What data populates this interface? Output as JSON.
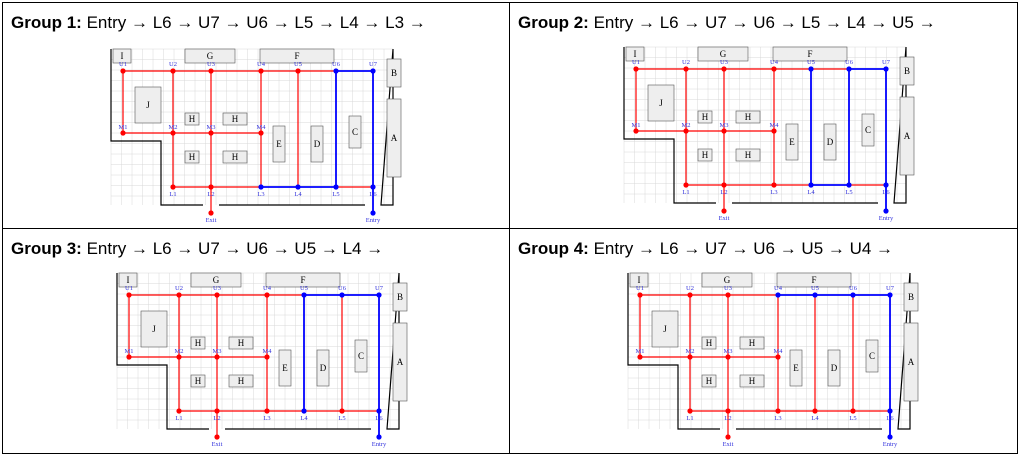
{
  "groups": [
    {
      "label": "Group 1:",
      "route_text": "Entry → L6 → U7 → U6 → L5 → L4 → L3 →",
      "blue_path": [
        "Entry",
        "L6",
        "U7",
        "U6",
        "L5",
        "L4",
        "L3"
      ]
    },
    {
      "label": "Group 2:",
      "route_text": "Entry → L6 → U7 → U6 → L5 → L4 → U5 →",
      "blue_path": [
        "Entry",
        "L6",
        "U7",
        "U6",
        "L5",
        "L4",
        "U5"
      ]
    },
    {
      "label": "Group 3:",
      "route_text": "Entry → L6 → U7 → U6 → U5 → L4 →",
      "blue_path": [
        "Entry",
        "L6",
        "U7",
        "U6",
        "U5",
        "L4"
      ]
    },
    {
      "label": "Group 4:",
      "route_text": "Entry → L6 → U7 → U6 → U5 → U4 →",
      "blue_path": [
        "Entry",
        "L6",
        "U7",
        "U6",
        "U5",
        "U4"
      ]
    }
  ],
  "map": {
    "node_labels": {
      "U1": "U1",
      "U2": "U2",
      "U3": "U3",
      "U4": "U4",
      "U5": "U5",
      "U6": "U6",
      "U7": "U7",
      "M1": "M1",
      "M2": "M2",
      "M3": "M3",
      "M4": "M4",
      "L1": "L1",
      "L2": "L2",
      "L3": "L3",
      "L4": "L4",
      "L5": "L5",
      "L6": "L6",
      "Exit": "Exit",
      "Entry": "Entry"
    },
    "room_labels": {
      "I": "I",
      "G": "G",
      "F": "F",
      "B": "B",
      "A": "A",
      "J": "J",
      "H1": "H",
      "H2": "H",
      "H3": "H",
      "H4": "H",
      "E": "E",
      "D": "D",
      "C": "C"
    },
    "colors": {
      "red_path": "#ff0000",
      "blue_path": "#0000ff",
      "node_label": "#3333dd",
      "grid": "#d8d8d8",
      "room_fill": "#eeeeee",
      "room_stroke": "#555555",
      "wall": "#000000"
    }
  }
}
